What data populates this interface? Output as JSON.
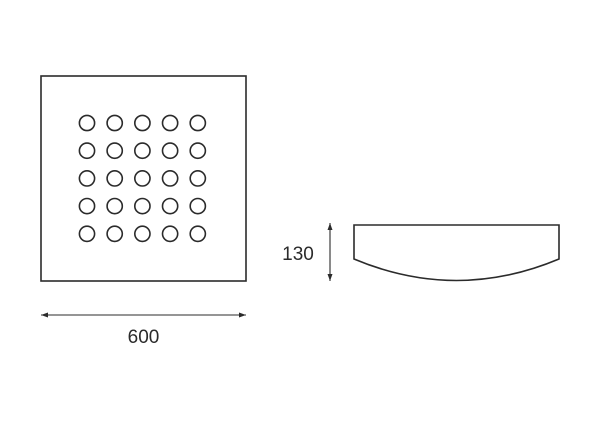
{
  "dimensions": {
    "width_label": "600",
    "height_label": "130"
  },
  "top_view": {
    "hole_rows": 5,
    "hole_cols": 5
  },
  "colors": {
    "stroke": "#2b2b2b",
    "background": "#ffffff"
  }
}
